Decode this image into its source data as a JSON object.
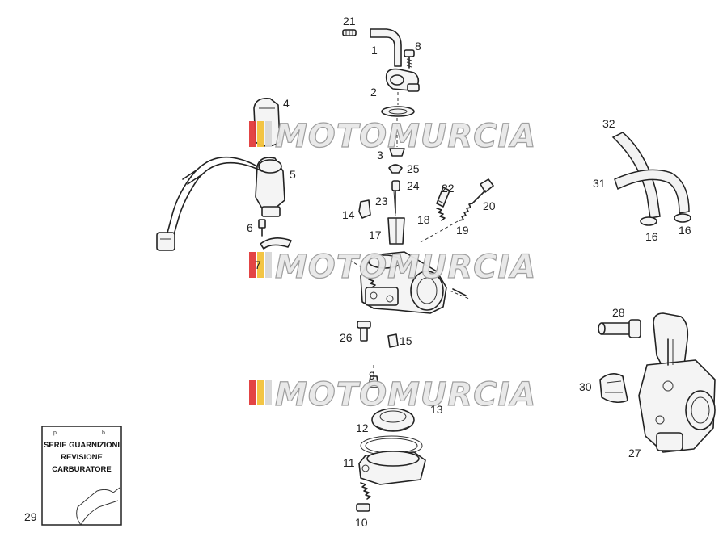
{
  "watermark": {
    "text": "MOTOMURCIA",
    "stripe_colors": [
      "#e23b3b",
      "#f3c23a",
      "#d8d8d8"
    ]
  },
  "callouts": [
    {
      "id": "21",
      "label": "21"
    },
    {
      "id": "1",
      "label": "1"
    },
    {
      "id": "8",
      "label": "8"
    },
    {
      "id": "2",
      "label": "2"
    },
    {
      "id": "3",
      "label": "3"
    },
    {
      "id": "25",
      "label": "25"
    },
    {
      "id": "24",
      "label": "24"
    },
    {
      "id": "23",
      "label": "23"
    },
    {
      "id": "22",
      "label": "22"
    },
    {
      "id": "20",
      "label": "20"
    },
    {
      "id": "14",
      "label": "14"
    },
    {
      "id": "18",
      "label": "18"
    },
    {
      "id": "19",
      "label": "19"
    },
    {
      "id": "17",
      "label": "17"
    },
    {
      "id": "4",
      "label": "4"
    },
    {
      "id": "5",
      "label": "5"
    },
    {
      "id": "6",
      "label": "6"
    },
    {
      "id": "7",
      "label": "7"
    },
    {
      "id": "26",
      "label": "26"
    },
    {
      "id": "15",
      "label": "15"
    },
    {
      "id": "9",
      "label": "9"
    },
    {
      "id": "13",
      "label": "13"
    },
    {
      "id": "12",
      "label": "12"
    },
    {
      "id": "11",
      "label": "11"
    },
    {
      "id": "10",
      "label": "10"
    },
    {
      "id": "29",
      "label": "29"
    },
    {
      "id": "32",
      "label": "32"
    },
    {
      "id": "31",
      "label": "31"
    },
    {
      "id": "16a",
      "label": "16"
    },
    {
      "id": "16b",
      "label": "16"
    },
    {
      "id": "28",
      "label": "28"
    },
    {
      "id": "30",
      "label": "30"
    },
    {
      "id": "27",
      "label": "27"
    }
  ],
  "gasket_card": {
    "line1": "SERIE GUARNIZIONI",
    "line2": "REVISIONE",
    "line3": "CARBURATORE"
  }
}
